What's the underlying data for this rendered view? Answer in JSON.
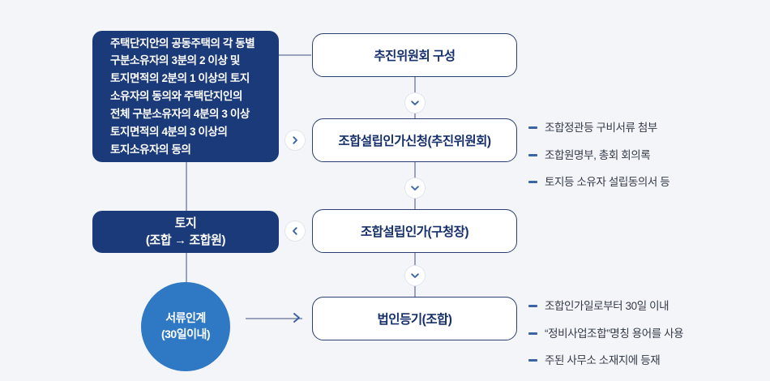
{
  "diagram": {
    "background_color": "#f4f5f9",
    "navy_color": "#1b3a79",
    "circle_color": "#2f78c4",
    "accent_color": "#16306b",
    "line_color": "#9aa2bd"
  },
  "nodes": {
    "consent_box": {
      "label": "주택단지안의 공동주택의 각 동별\n구분소유자의 3분의 2 이상 및\n토지면적의 2분의 1 이상의 토지\n소유자의 동의와 주택단지인의\n전체 구분소유자의 4분의 3 이상\n토지면적의 4분의 3 이상의\n토지소유자의 동의"
    },
    "land_transfer_box": {
      "label": "토지\n(조합 → 조합원)"
    },
    "handover_circle": {
      "label": "서류인계\n(30일이내)"
    },
    "committee_box": {
      "label": "추진위원회 구성"
    },
    "approval_request_box": {
      "label": "조합설립인가신청(추진위원회)"
    },
    "approval_box": {
      "label": "조합설립인가(구청장)"
    },
    "registration_box": {
      "label": "법인등기(조합)"
    }
  },
  "notes": {
    "approval_request_notes": [
      "조합정관등 구비서류 첨부",
      "조합원명부, 총회 회의록",
      "토지등 소유자 설립동의서 등"
    ],
    "registration_notes": [
      "조합인가일로부터 30일 이내",
      "“정비사업조합”명칭 용어를 사용",
      "주된 사무소 소재지에 등재"
    ]
  },
  "icons": {
    "chevron_right": "chevron-right-icon",
    "chevron_left": "chevron-left-icon",
    "chevron_down": "chevron-down-icon",
    "arrow_right": "arrow-right-icon"
  }
}
